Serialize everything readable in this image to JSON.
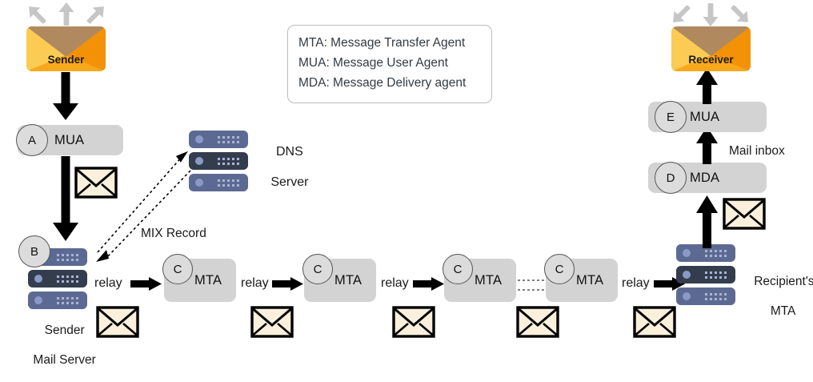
{
  "diagram": {
    "title_hidden": "",
    "legend": {
      "lines": [
        "MTA: Message Transfer Agent",
        "MUA: Message User Agent",
        "MDA: Message Delivery agent"
      ]
    },
    "sender": {
      "label": "Sender"
    },
    "receiver": {
      "label": "Receiver"
    },
    "stages": [
      {
        "badge": "A",
        "label": "MUA"
      },
      {
        "badge": "B",
        "label": ""
      },
      {
        "badge": "C",
        "label": "MTA"
      },
      {
        "badge": "C",
        "label": "MTA"
      },
      {
        "badge": "C",
        "label": "MTA"
      },
      {
        "badge": "C",
        "label": "MTA"
      },
      {
        "badge": "D",
        "label": "MDA"
      },
      {
        "badge": "E",
        "label": "MUA"
      }
    ],
    "servers": [
      {
        "name": "sender-mail-server",
        "label_line1": "Sender",
        "label_line2": "Mail Server"
      },
      {
        "name": "dns-server",
        "label_line1": "DNS",
        "label_line2": "Server"
      },
      {
        "name": "recipient-mta-server",
        "label_line1": "Recipient's",
        "label_line2": "MTA"
      }
    ],
    "edge_labels": {
      "mix_record": "MIX Record",
      "mail_inbox": "Mail inbox",
      "relay": "relay"
    },
    "relay_labels": [
      "relay",
      "relay",
      "relay",
      "relay"
    ],
    "colors": {
      "box_gray": "#d3d3d3",
      "badge_gray": "#dcdcdc",
      "envelope_cream": "#faf0dc",
      "rack_light": "#5c6a93",
      "rack_dark": "#333d4d",
      "rack_dot": "#8a9ac7",
      "arrow_black": "#000000",
      "arrow_gray": "#c6c6c6",
      "mail_orange": "#f6a321",
      "mail_yellow": "#fbcb53",
      "mail_flap": "#b98f5e",
      "legend_text": "#333b42"
    }
  }
}
